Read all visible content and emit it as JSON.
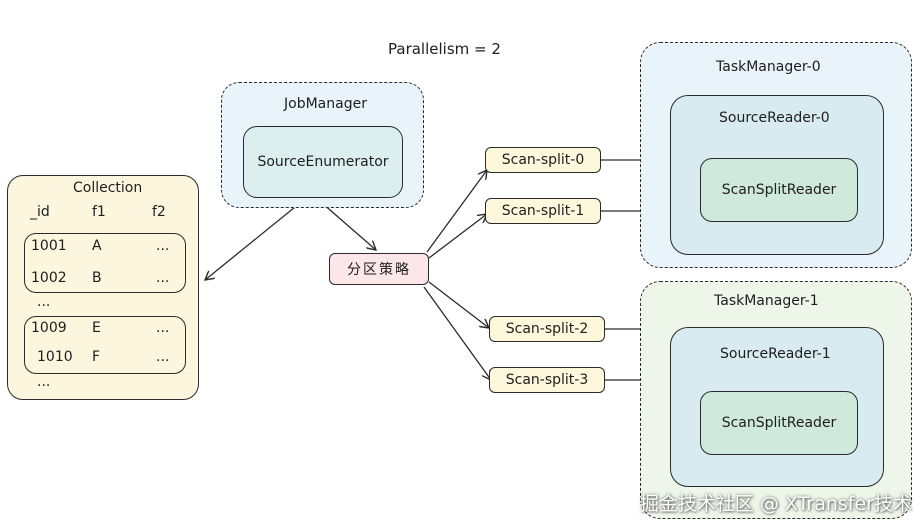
{
  "title": "Parallelism = 2",
  "job_manager": {
    "label": "JobManager",
    "enumerator": "SourceEnumerator"
  },
  "collection": {
    "label": "Collection",
    "headers": [
      "_id",
      "f1",
      "f2"
    ],
    "group1": [
      [
        "1001",
        "A",
        "..."
      ],
      [
        "1002",
        "B",
        "..."
      ]
    ],
    "ellipsis1": "...",
    "group2": [
      [
        "1009",
        "E",
        "..."
      ],
      [
        "1010",
        "F",
        "..."
      ]
    ],
    "ellipsis2": "..."
  },
  "strategy": "分区策略",
  "splits": [
    "Scan-split-0",
    "Scan-split-1",
    "Scan-split-2",
    "Scan-split-3"
  ],
  "task_managers": [
    {
      "label": "TaskManager-0",
      "reader": "SourceReader-0",
      "split_reader": "ScanSplitReader"
    },
    {
      "label": "TaskManager-1",
      "reader": "SourceReader-1",
      "split_reader": "ScanSplitReader"
    }
  ],
  "watermark": "掘金技术社区 @ XTransfer技术"
}
